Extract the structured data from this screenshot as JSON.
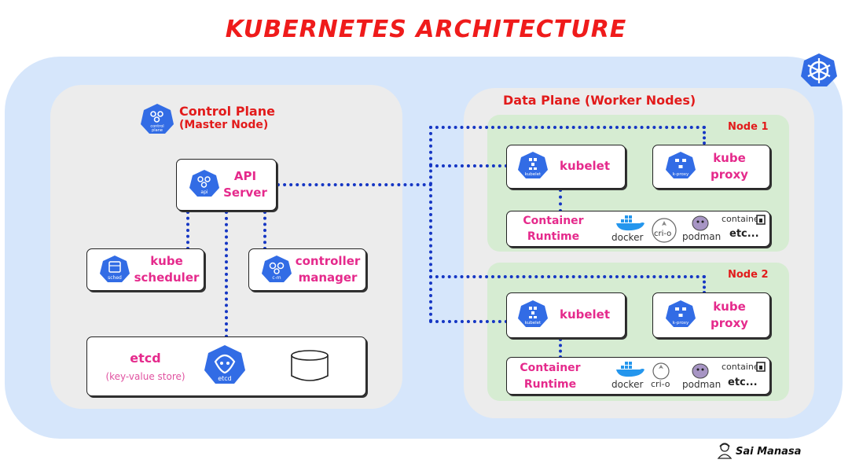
{
  "title": "KUBERNETES ARCHITECTURE",
  "control_plane": {
    "title": "Control Plane",
    "subtitle": "(Master Node)",
    "icon_label": "control plane",
    "api_server": {
      "line1": "API",
      "line2": "Server",
      "icon_label": "api"
    },
    "scheduler": {
      "line1": "kube",
      "line2": "scheduler",
      "icon_label": "sched"
    },
    "controller": {
      "line1": "controller",
      "line2": "manager",
      "icon_label": "c-m"
    },
    "etcd": {
      "name": "etcd",
      "desc": "(key-value store)",
      "icon_label": "etcd"
    }
  },
  "data_plane": {
    "title": "Data Plane (Worker Nodes)",
    "nodes": [
      {
        "name": "Node 1",
        "kubelet": "kubelet",
        "kubelet_icon": "kubelet",
        "proxy_line1": "kube",
        "proxy_line2": "proxy",
        "proxy_icon": "k-proxy",
        "runtime_line1": "Container",
        "runtime_line2": "Runtime"
      },
      {
        "name": "Node 2",
        "kubelet": "kubelet",
        "kubelet_icon": "kubelet",
        "proxy_line1": "kube",
        "proxy_line2": "proxy",
        "proxy_icon": "k-proxy",
        "runtime_line1": "Container",
        "runtime_line2": "Runtime"
      }
    ],
    "runtimes": {
      "docker": "docker",
      "crio": "cri-o",
      "podman": "podman",
      "containerd": "container",
      "etc": "etc..."
    }
  },
  "author": "Sai Manasa",
  "colors": {
    "title": "#ef1b1b",
    "label": "#e52a8c",
    "k8s_blue": "#326ce5",
    "connector": "#1536c4"
  }
}
